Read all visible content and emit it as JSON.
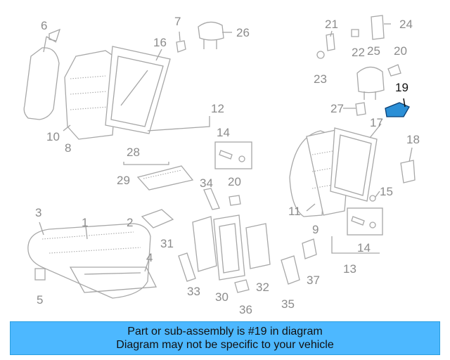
{
  "callouts": [
    "1",
    "2",
    "3",
    "4",
    "5",
    "6",
    "7",
    "8",
    "9",
    "10",
    "11",
    "12",
    "13",
    "14",
    "14",
    "15",
    "16",
    "17",
    "18",
    "19",
    "20",
    "20",
    "21",
    "22",
    "23",
    "24",
    "25",
    "26",
    "27",
    "28",
    "29",
    "30",
    "31",
    "32",
    "33",
    "34",
    "35",
    "36",
    "37"
  ],
  "highlight": {
    "part": "19",
    "color": "#2b8fd6"
  },
  "banner": {
    "line1": "Part or sub-assembly is #19 in diagram",
    "line2": "Diagram may not be specific to your vehicle",
    "color": "#4db8ff"
  }
}
